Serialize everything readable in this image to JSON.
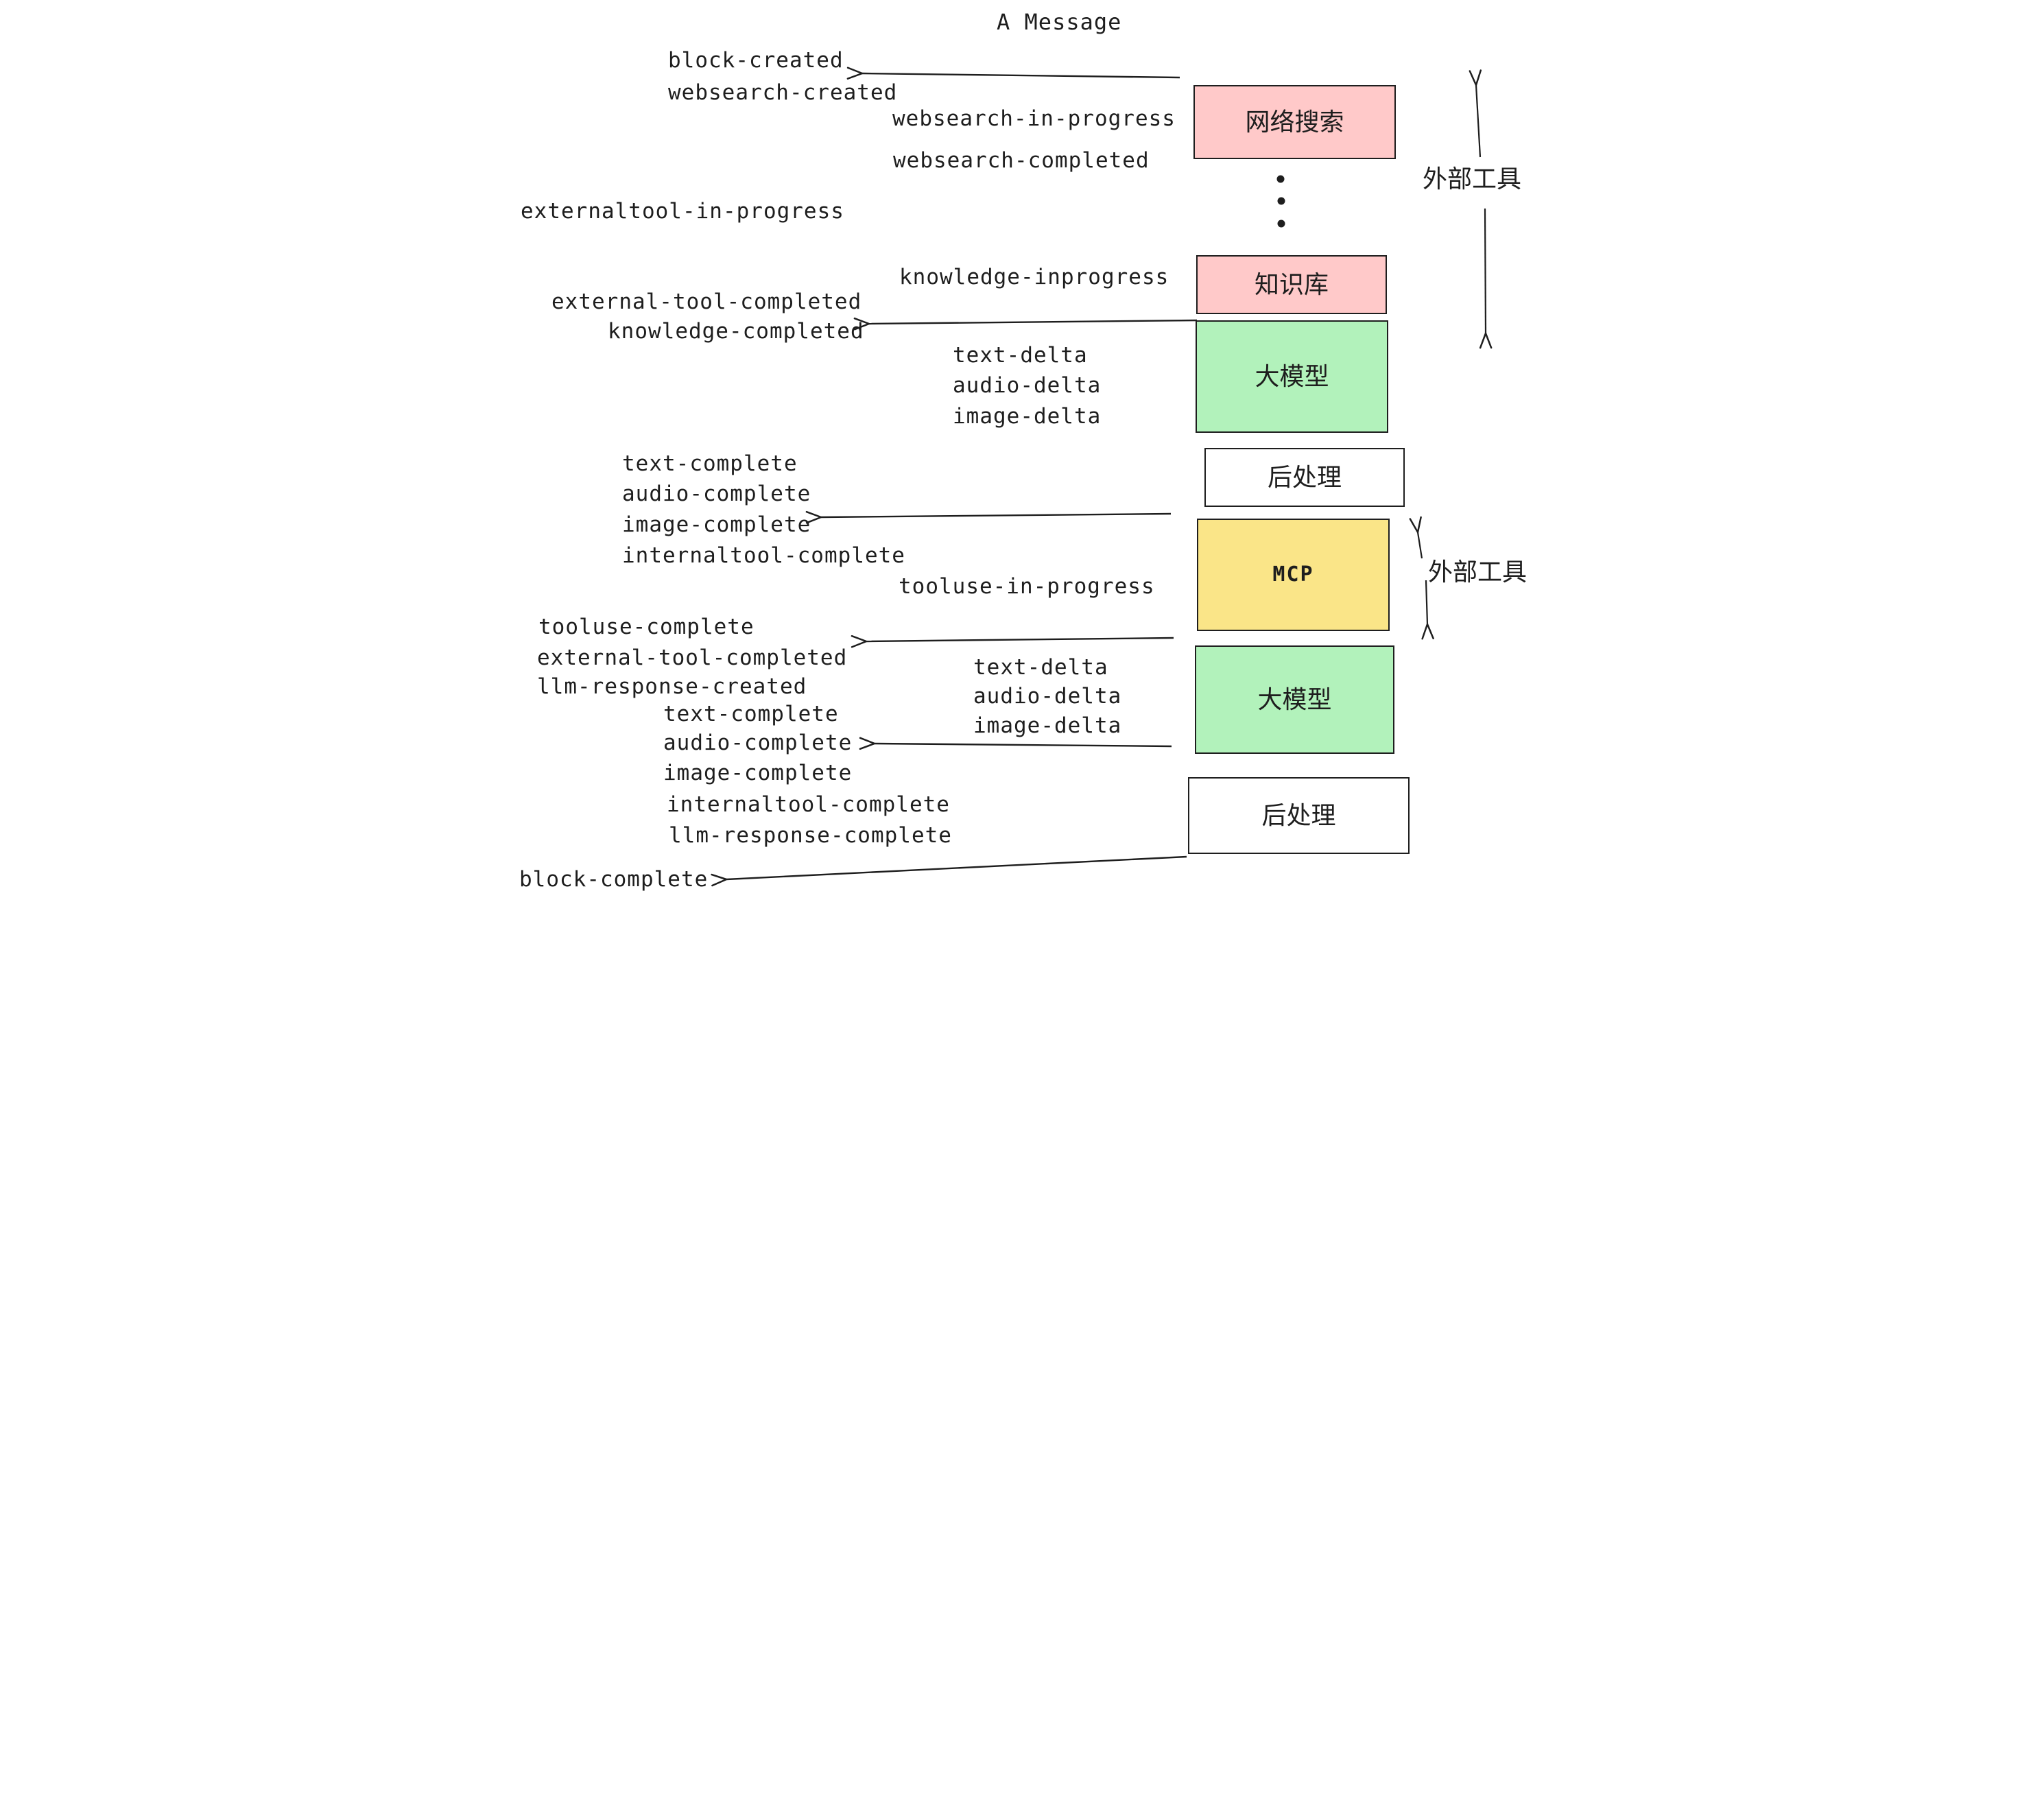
{
  "title": "A Message",
  "colors": {
    "pink": "#ffc9c9",
    "green": "#b2f2bb",
    "yellow": "#fae588",
    "white": "#ffffff",
    "stroke": "#1e1e1e"
  },
  "boxes": {
    "websearch": "网络搜索",
    "knowledge": "知识库",
    "llm1": "大模型",
    "post1": "后处理",
    "mcp": "MCP",
    "llm2": "大模型",
    "post2": "后处理"
  },
  "side": {
    "external_tools_top": "外部工具",
    "external_tools_mid": "外部工具"
  },
  "events": {
    "block_created": "block-created",
    "websearch_created": "websearch-created",
    "websearch_in_progress": "websearch-in-progress",
    "websearch_completed": "websearch-completed",
    "externaltool_in_progress": "externaltool-in-progress",
    "knowledge_inprogress": "knowledge-inprogress",
    "external_tool_completed": "external-tool-completed",
    "knowledge_completed": "knowledge-completed",
    "text_delta": "text-delta",
    "audio_delta": "audio-delta",
    "image_delta": "image-delta",
    "text_complete": "text-complete",
    "audio_complete": "audio-complete",
    "image_complete": "image-complete",
    "internaltool_complete": "internaltool-complete",
    "tooluse_in_progress": "tooluse-in-progress",
    "tooluse_complete": "tooluse-complete",
    "external_tool_completed_2": "external-tool-completed",
    "llm_response_created": "llm-response-created",
    "text_delta_2": "text-delta",
    "audio_delta_2": "audio-delta",
    "image_delta_2": "image-delta",
    "text_complete_2": "text-complete",
    "audio_complete_2": "audio-complete",
    "image_complete_2": "image-complete",
    "internaltool_complete_2": "internaltool-complete",
    "llm_response_complete": "llm-response-complete",
    "block_complete": "block-complete"
  }
}
